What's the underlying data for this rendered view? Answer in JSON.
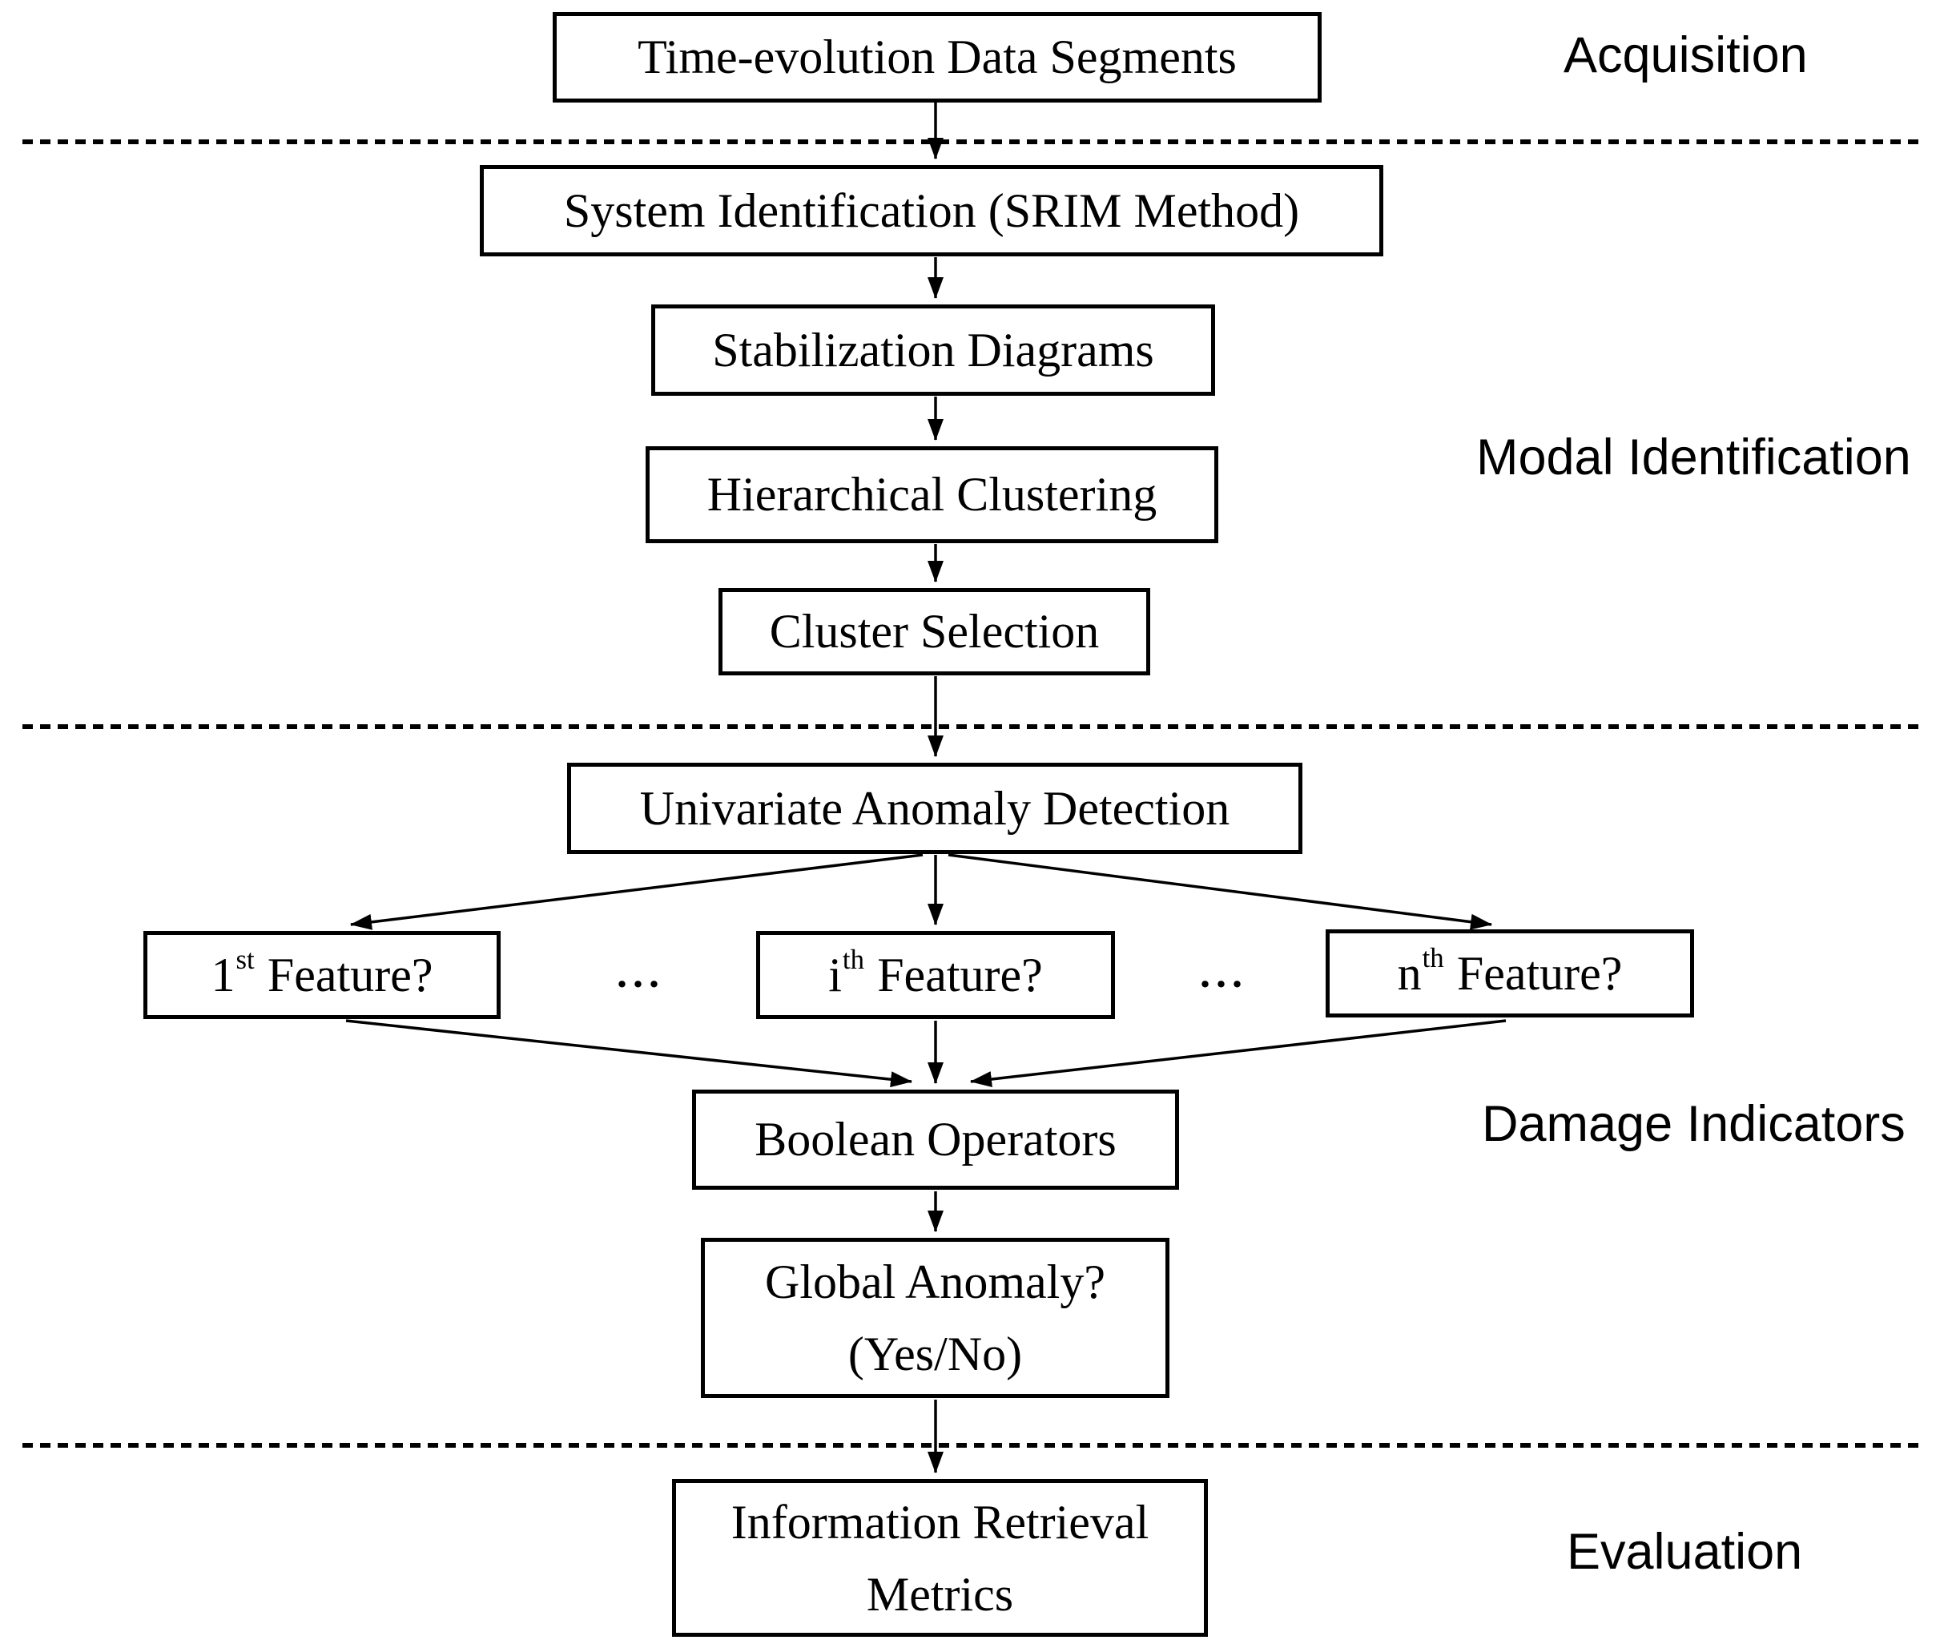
{
  "diagram": {
    "boxes": {
      "time": "Time-evolution Data Segments",
      "sysid": "System Identification (SRIM Method)",
      "stabilization": "Stabilization Diagrams",
      "hierarchical": "Hierarchical Clustering",
      "cluster": "Cluster Selection",
      "univariate": "Univariate Anomaly Detection",
      "boolean": "Boolean Operators",
      "global_line1": "Global Anomaly?",
      "global_line2": "(Yes/No)",
      "info_line1": "Information Retrieval",
      "info_line2": "Metrics"
    },
    "features": {
      "f1": {
        "base": "1",
        "sup": "st",
        "rest": "Feature?"
      },
      "fi": {
        "base": "i",
        "sup": "th",
        "rest": "Feature?"
      },
      "fn": {
        "base": "n",
        "sup": "th",
        "rest": "Feature?"
      }
    },
    "ellipsis": "...",
    "stage_labels": {
      "acquisition": "Acquisition",
      "modal": "Modal Identification",
      "damage": "Damage Indicators",
      "evaluation": "Evaluation"
    },
    "colors": {
      "background": "#ffffff",
      "line": "#000000",
      "box_border": "#000000",
      "text": "#000000"
    }
  }
}
